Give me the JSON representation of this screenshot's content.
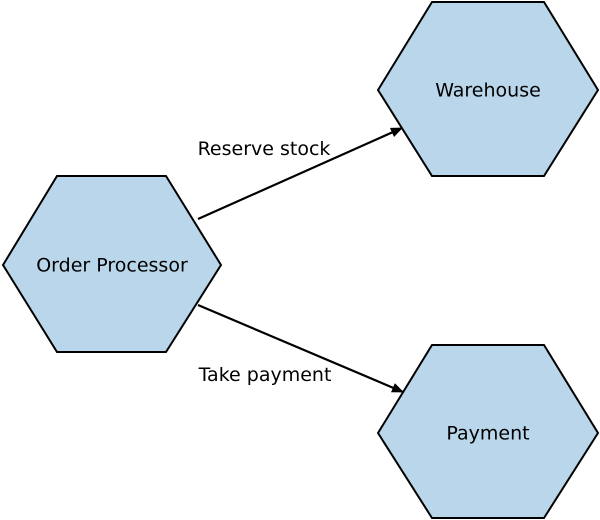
{
  "nodes": {
    "order_processor": {
      "label": "Order Processor"
    },
    "warehouse": {
      "label": "Warehouse"
    },
    "payment": {
      "label": "Payment"
    }
  },
  "edges": {
    "reserve_stock": {
      "label": "Reserve stock",
      "from": "Order Processor",
      "to": "Warehouse"
    },
    "take_payment": {
      "label": "Take payment",
      "from": "Order Processor",
      "to": "Payment"
    }
  },
  "colors": {
    "node_fill": "#b9d6ea",
    "stroke": "#000000"
  }
}
